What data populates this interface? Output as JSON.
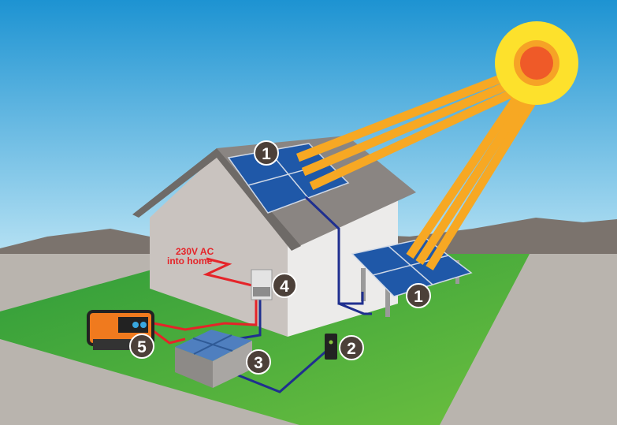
{
  "labels": {
    "ac_text_line1": "230V AC",
    "ac_text_line2": "into home",
    "roof_panel": "1",
    "ground_panel": "1",
    "charge_controller": "2",
    "battery_bank": "3",
    "inverter": "4",
    "generator": "5"
  },
  "colors": {
    "dc_wire": "#1f2f8f",
    "ac_wire": "#e52429",
    "lawn": "#43a83c",
    "badge": "#4c4039",
    "sun": "#fde12c",
    "beam": "#f7a823"
  }
}
